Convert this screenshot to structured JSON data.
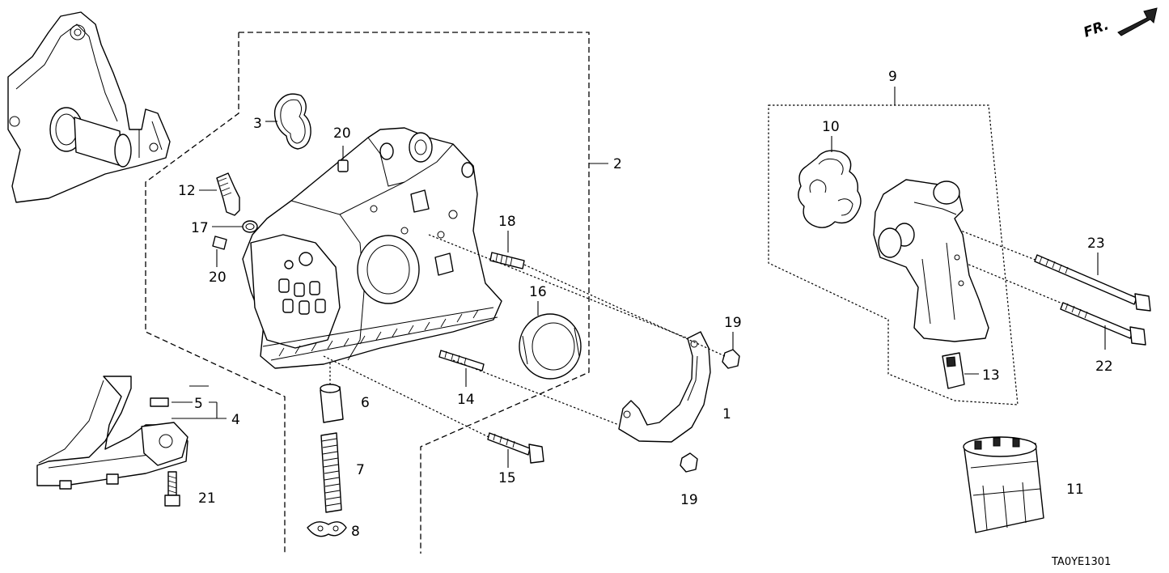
{
  "diagram": {
    "orientation_label": "FR.",
    "drawing_code": "TA0YE1301",
    "callouts": [
      "1",
      "2",
      "3",
      "4",
      "5",
      "6",
      "7",
      "8",
      "9",
      "10",
      "11",
      "12",
      "13",
      "14",
      "15",
      "16",
      "17",
      "18",
      "19",
      "19",
      "20",
      "20",
      "21",
      "22",
      "23"
    ]
  }
}
